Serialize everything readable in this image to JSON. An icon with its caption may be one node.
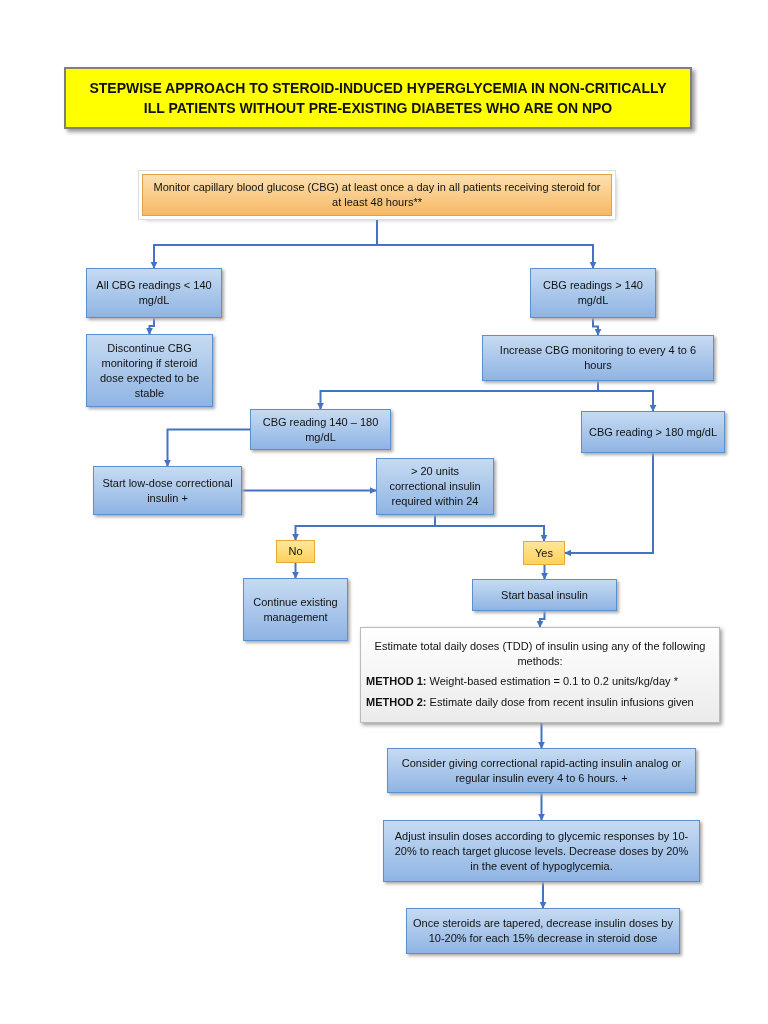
{
  "diagram": {
    "title": "STEPWISE APPROACH TO STEROID-INDUCED HYPERGLYCEMIA IN NON-CRITICALLY ILL PATIENTS WITHOUT PRE-EXISTING DIABETES WHO ARE ON NPO",
    "nodes": [
      {
        "text": [
          "Monitor capillary blood glucose (CBG) at least once a day in all patients receiving steroid for at least 48 hours**"
        ]
      },
      {
        "text": [
          "All CBG readings < 140 mg/dL"
        ]
      },
      {
        "text": [
          "CBG readings > 140 mg/dL"
        ]
      },
      {
        "text": [
          "Discontinue CBG monitoring if steroid dose expected to be stable"
        ]
      },
      {
        "text": [
          "Increase CBG monitoring to every 4 to 6 hours"
        ]
      },
      {
        "text": [
          "CBG reading 140 – 180 mg/dL"
        ]
      },
      {
        "text": [
          "CBG reading > 180 mg/dL"
        ]
      },
      {
        "text": [
          "Start low-dose correctional insulin +"
        ]
      },
      {
        "text": [
          "> 20 units correctional insulin required within 24"
        ]
      },
      {
        "text": [
          "No"
        ]
      },
      {
        "text": [
          "Yes"
        ]
      },
      {
        "text": [
          "Continue existing management"
        ]
      },
      {
        "text": [
          "Start basal insulin"
        ]
      },
      {
        "text": [
          "Estimate total daily doses (TDD) of insulin using any of the following methods:",
          "**METHOD 1:**  Weight-based estimation = 0.1 to 0.2 units/kg/day *",
          "**METHOD 2:**  Estimate daily dose from recent insulin infusions given"
        ]
      },
      {
        "text": [
          "Consider giving correctional rapid-acting insulin analog or regular insulin every 4 to 6 hours. +"
        ]
      },
      {
        "text": [
          "Adjust insulin doses according to glycemic responses by 10-20% to reach target glucose levels. Decrease doses by 20% in the event of hypoglycemia."
        ]
      },
      {
        "text": [
          "Once steroids are tapered, decrease insulin doses by 10-20% for each 15% decrease in steroid dose"
        ]
      }
    ],
    "edges": [
      {
        "from": 0,
        "to": 1,
        "arrow": "to"
      },
      {
        "from": 0,
        "to": 2,
        "arrow": "to"
      },
      {
        "from": 1,
        "to": 3,
        "arrow": "to"
      },
      {
        "from": 2,
        "to": 4,
        "arrow": "to"
      },
      {
        "from": 4,
        "to": 5,
        "arrow": "to"
      },
      {
        "from": 4,
        "to": 6,
        "arrow": "to"
      },
      {
        "from": 5,
        "to": 7,
        "arrow": "to"
      },
      {
        "from": 7,
        "to": 8,
        "arrow": "to"
      },
      {
        "from": 8,
        "to": 9,
        "arrow": "to"
      },
      {
        "from": 8,
        "to": 10,
        "arrow": "to"
      },
      {
        "from": 6,
        "to": 10,
        "arrow": "to"
      },
      {
        "from": 9,
        "to": 11,
        "arrow": "to"
      },
      {
        "from": 10,
        "to": 12,
        "arrow": "to"
      },
      {
        "from": 12,
        "to": 13,
        "arrow": "to"
      },
      {
        "from": 13,
        "to": 14,
        "arrow": "to"
      },
      {
        "from": 14,
        "to": 15,
        "arrow": "to"
      },
      {
        "from": 15,
        "to": 16,
        "arrow": "to"
      }
    ]
  }
}
